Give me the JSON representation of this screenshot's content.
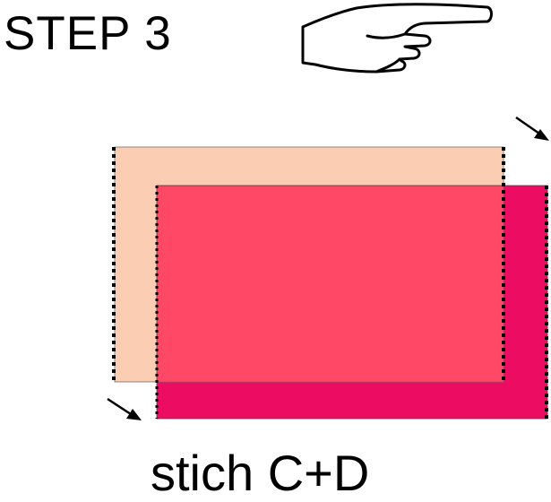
{
  "header": {
    "title": "STEP 3",
    "pointer_icon": "pointing-hand-icon"
  },
  "diagram": {
    "caption": "stich C+D",
    "panels": [
      {
        "name": "panel-c",
        "color": "#fbcdb3",
        "edge": "dotted seam"
      },
      {
        "name": "panel-d",
        "color": "#ec0c62",
        "edge": "dotted seam"
      }
    ],
    "overlap_color": "#fe4866",
    "arrows": [
      "arrow-icon-top-right",
      "arrow-icon-bottom-left"
    ]
  }
}
